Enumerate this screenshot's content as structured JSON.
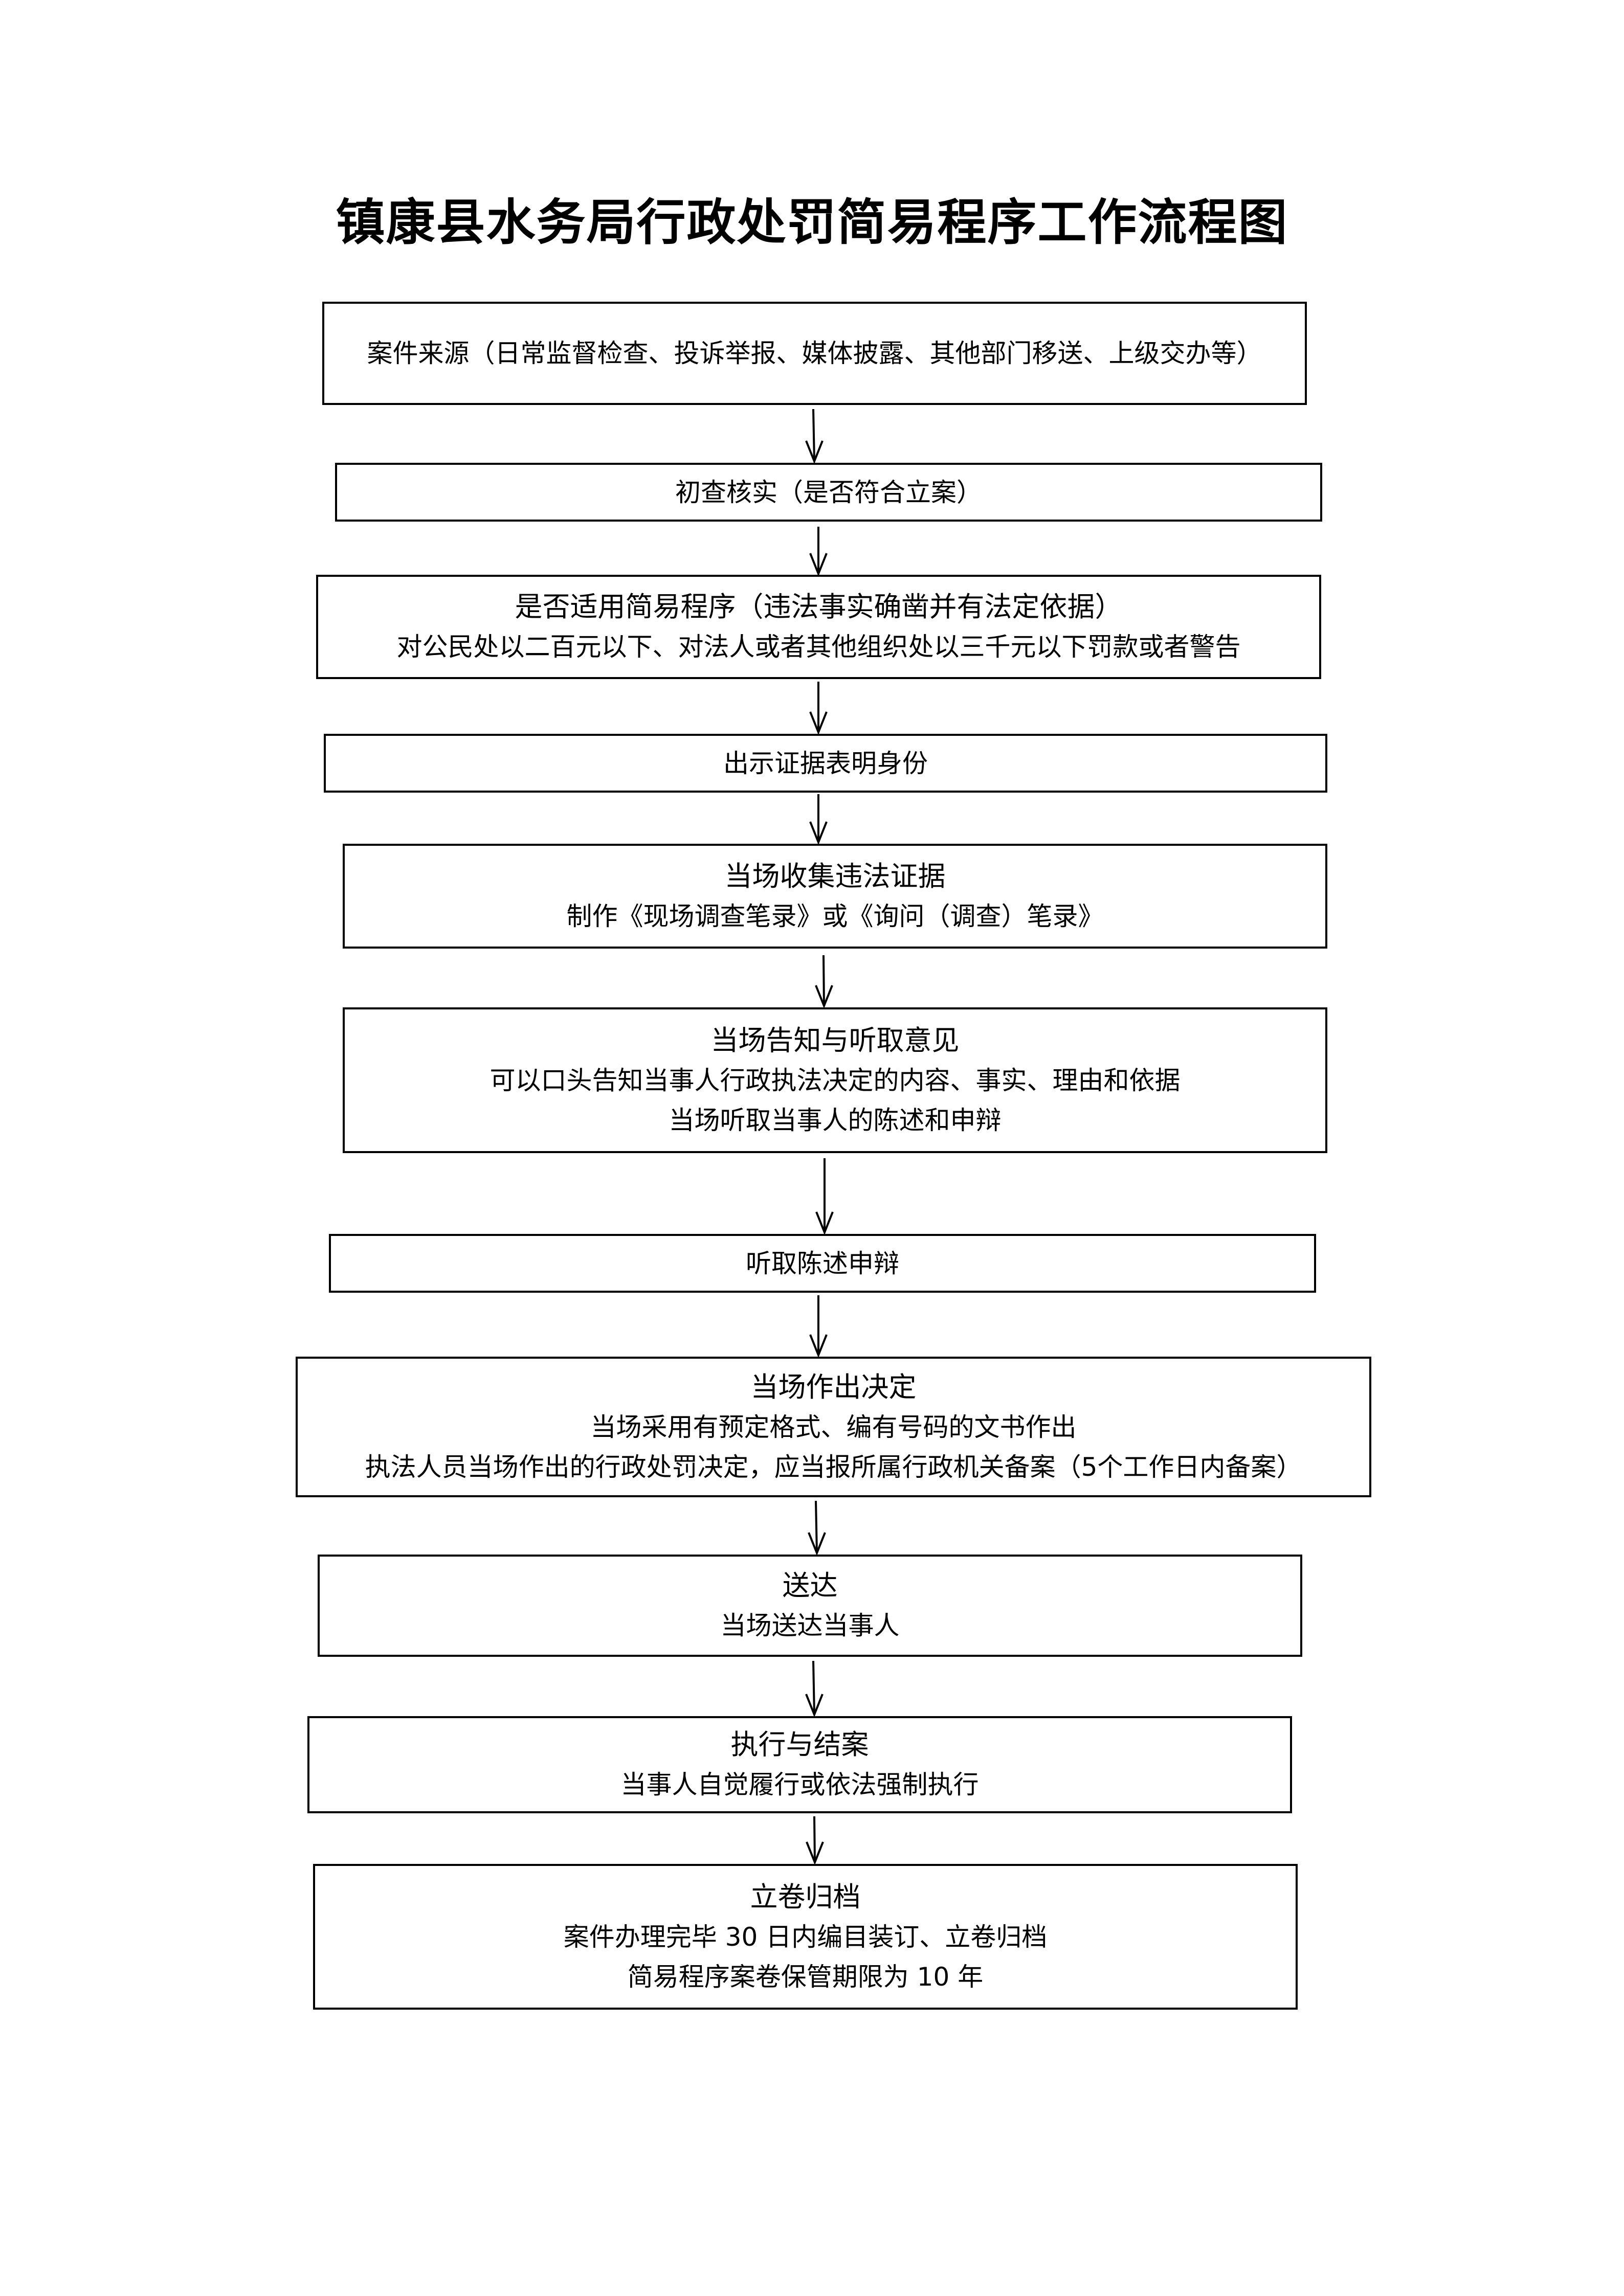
{
  "document": {
    "title": "镇康县水务局行政处罚简易程序工作流程图"
  },
  "steps": [
    {
      "id": "case-source",
      "lines": [
        "案件来源（日常监督检查、投诉举报、媒体披露、其他部门移送、上级交办等）"
      ]
    },
    {
      "id": "preliminary-check",
      "lines": [
        "初查核实（是否符合立案）"
      ]
    },
    {
      "id": "simple-procedure-check",
      "lines": [
        "是否适用简易程序（违法事实确凿并有法定依据）",
        "对公民处以二百元以下、对法人或者其他组织处以三千元以下罚款或者警告"
      ]
    },
    {
      "id": "show-credentials",
      "lines": [
        "出示证据表明身份"
      ]
    },
    {
      "id": "collect-evidence",
      "lines": [
        "当场收集违法证据",
        "制作《现场调查笔录》或《询问（调查）笔录》"
      ]
    },
    {
      "id": "notify-and-hear",
      "lines": [
        "当场告知与听取意见",
        "可以口头告知当事人行政执法决定的内容、事实、理由和依据",
        "当场听取当事人的陈述和申辩"
      ]
    },
    {
      "id": "hear-statement",
      "lines": [
        "听取陈述申辩"
      ]
    },
    {
      "id": "make-decision",
      "lines": [
        "当场作出决定",
        "当场采用有预定格式、编有号码的文书作出",
        "执法人员当场作出的行政处罚决定，应当报所属行政机关备案（5个工作日内备案）"
      ]
    },
    {
      "id": "deliver",
      "lines": [
        "送达",
        "当场送达当事人"
      ]
    },
    {
      "id": "execute-close",
      "lines": [
        "执行与结案",
        "当事人自觉履行或依法强制执行"
      ]
    },
    {
      "id": "archive",
      "lines": [
        "立卷归档",
        "案件办理完毕 30 日内编目装订、立卷归档",
        "简易程序案卷保管期限为 10 年"
      ]
    }
  ]
}
